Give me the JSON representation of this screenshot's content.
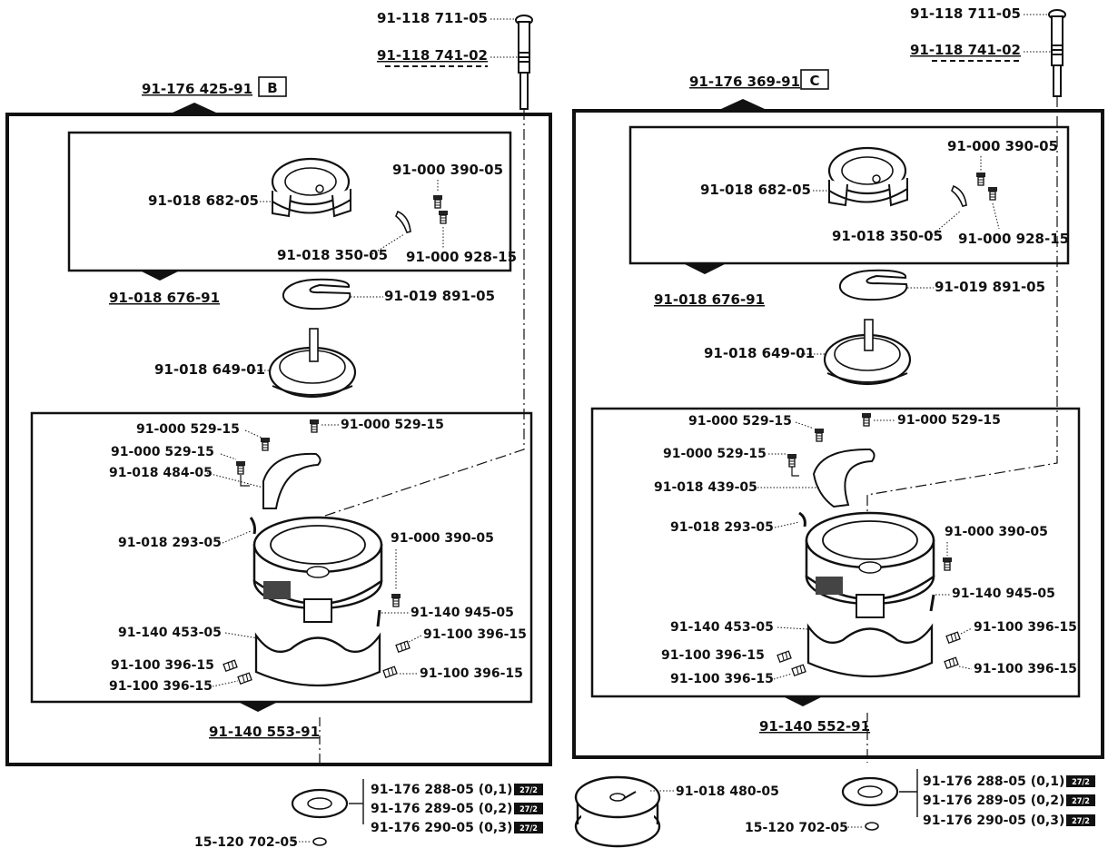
{
  "left": {
    "assembly": "91-176 425-91",
    "variant": "B",
    "upper_group": {
      "ring": "91-018 682-05",
      "screw_a": "91-000 390-05",
      "spring": "91-018 350-05",
      "screw_b": "91-000 928-15",
      "assembly": "91-018 676-91"
    },
    "washer": "91-019 891-05",
    "bobbin_case_base": "91-018 649-01",
    "lower_group": {
      "screw_1": "91-000 529-15",
      "screw_2": "91-000 529-15",
      "screw_3": "91-000 529-15",
      "retainer": "91-018 484-05",
      "pin": "91-018 293-05",
      "screw_4": "91-000 390-05",
      "spring_pin": "91-140 945-05",
      "sleeve": "91-140 453-05",
      "set_screw_1": "91-100 396-15",
      "set_screw_2": "91-100 396-15",
      "set_screw_3": "91-100 396-15",
      "set_screw_4": "91-100 396-15",
      "assembly": "91-140 553-91"
    },
    "shaft_top": "91-118 711-05",
    "shaft": "91-118 741-02",
    "shims": [
      "91-176 288-05 (0,1)",
      "91-176 289-05 (0,2)",
      "91-176 290-05 (0,3)"
    ],
    "shim_badge": "27/2",
    "small_washer": "15-120 702-05"
  },
  "right": {
    "assembly": "91-176 369-91",
    "variant": "C",
    "upper_group": {
      "ring": "91-018 682-05",
      "screw_a": "91-000 390-05",
      "spring": "91-018 350-05",
      "screw_b": "91-000 928-15",
      "assembly": "91-018 676-91"
    },
    "washer": "91-019 891-05",
    "bobbin_case_base": "91-018 649-01",
    "lower_group": {
      "screw_1": "91-000 529-15",
      "screw_2": "91-000 529-15",
      "screw_3": "91-000 529-15",
      "retainer": "91-018 439-05",
      "pin": "91-018 293-05",
      "screw_4": "91-000 390-05",
      "spring_pin": "91-140 945-05",
      "sleeve": "91-140 453-05",
      "set_screw_1": "91-100 396-15",
      "set_screw_2": "91-100 396-15",
      "set_screw_3": "91-100 396-15",
      "set_screw_4": "91-100 396-15",
      "assembly": "91-140 552-91"
    },
    "shaft_top": "91-118 711-05",
    "shaft": "91-118 741-02",
    "shims": [
      "91-176 288-05 (0,1)",
      "91-176 289-05 (0,2)",
      "91-176 290-05 (0,3)"
    ],
    "shim_badge": "27/2",
    "small_washer": "15-120 702-05"
  },
  "bobbin": "91-018 480-05"
}
